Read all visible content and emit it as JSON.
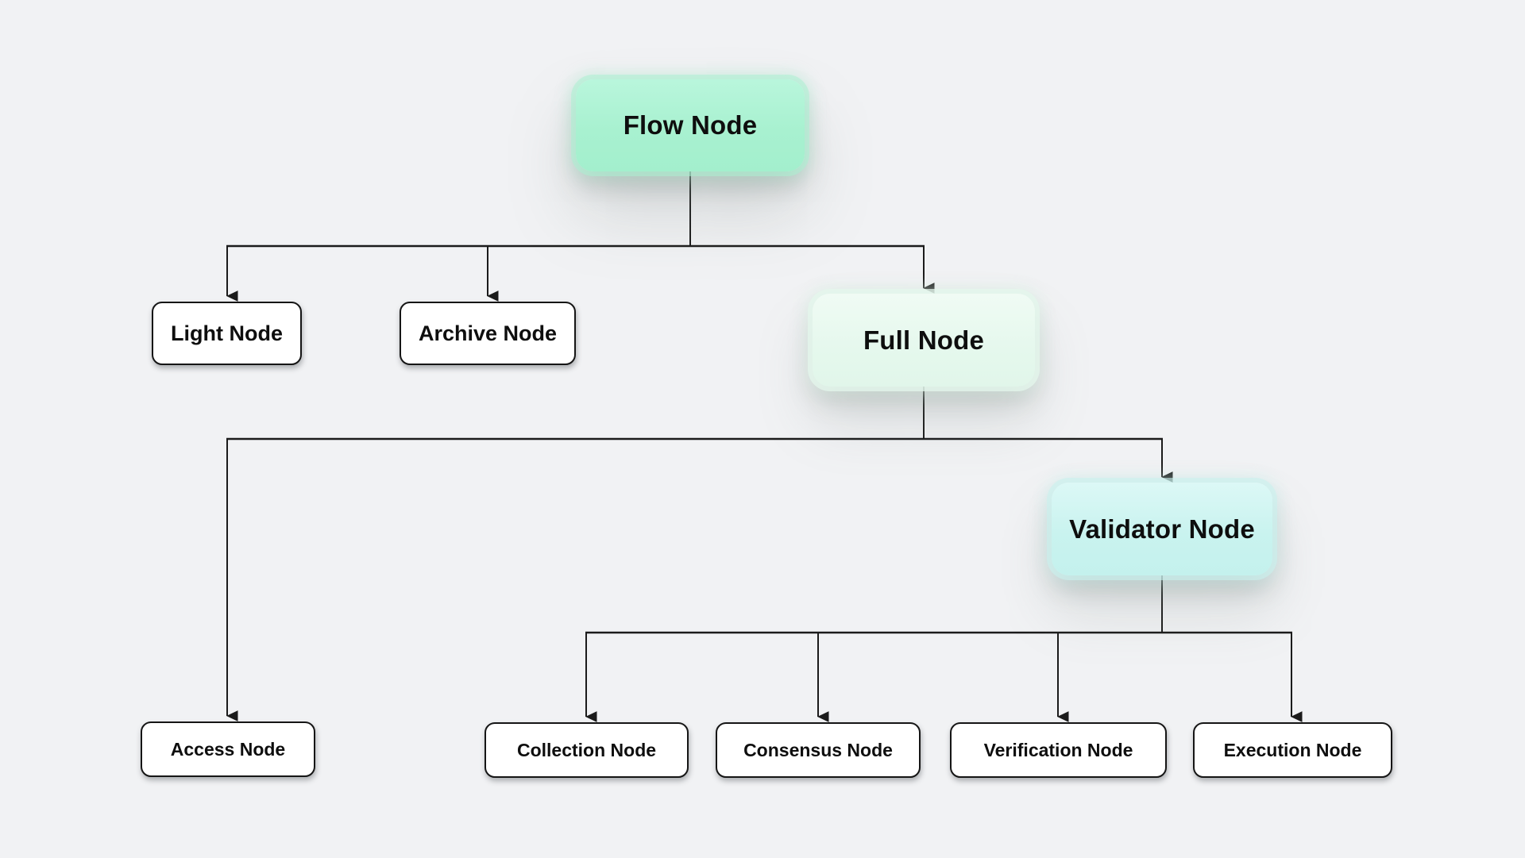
{
  "diagram": {
    "nodes": {
      "flow": {
        "label": "Flow Node",
        "fill": "#a8f1d0",
        "level": 0
      },
      "light": {
        "label": "Light Node",
        "fill": "#ffffff",
        "level": 1
      },
      "archive": {
        "label": "Archive Node",
        "fill": "#ffffff",
        "level": 1
      },
      "full": {
        "label": "Full Node",
        "fill": "#e5f8ed",
        "level": 1
      },
      "access": {
        "label": "Access Node",
        "fill": "#ffffff",
        "level": 2
      },
      "validator": {
        "label": "Validator Node",
        "fill": "#c9f3ef",
        "level": 2
      },
      "collection": {
        "label": "Collection Node",
        "fill": "#ffffff",
        "level": 3
      },
      "consensus": {
        "label": "Consensus Node",
        "fill": "#ffffff",
        "level": 3
      },
      "verification": {
        "label": "Verification Node",
        "fill": "#ffffff",
        "level": 3
      },
      "execution": {
        "label": "Execution Node",
        "fill": "#ffffff",
        "level": 3
      }
    },
    "edges": [
      {
        "from": "flow",
        "to": "light"
      },
      {
        "from": "flow",
        "to": "archive"
      },
      {
        "from": "flow",
        "to": "full"
      },
      {
        "from": "full",
        "to": "access"
      },
      {
        "from": "full",
        "to": "validator"
      },
      {
        "from": "validator",
        "to": "collection"
      },
      {
        "from": "validator",
        "to": "consensus"
      },
      {
        "from": "validator",
        "to": "verification"
      },
      {
        "from": "validator",
        "to": "execution"
      }
    ],
    "colors": {
      "background": "#f1f2f4",
      "connector": "#1b1b1b",
      "node_border": "#151515",
      "text": "#0e0e0e"
    }
  }
}
